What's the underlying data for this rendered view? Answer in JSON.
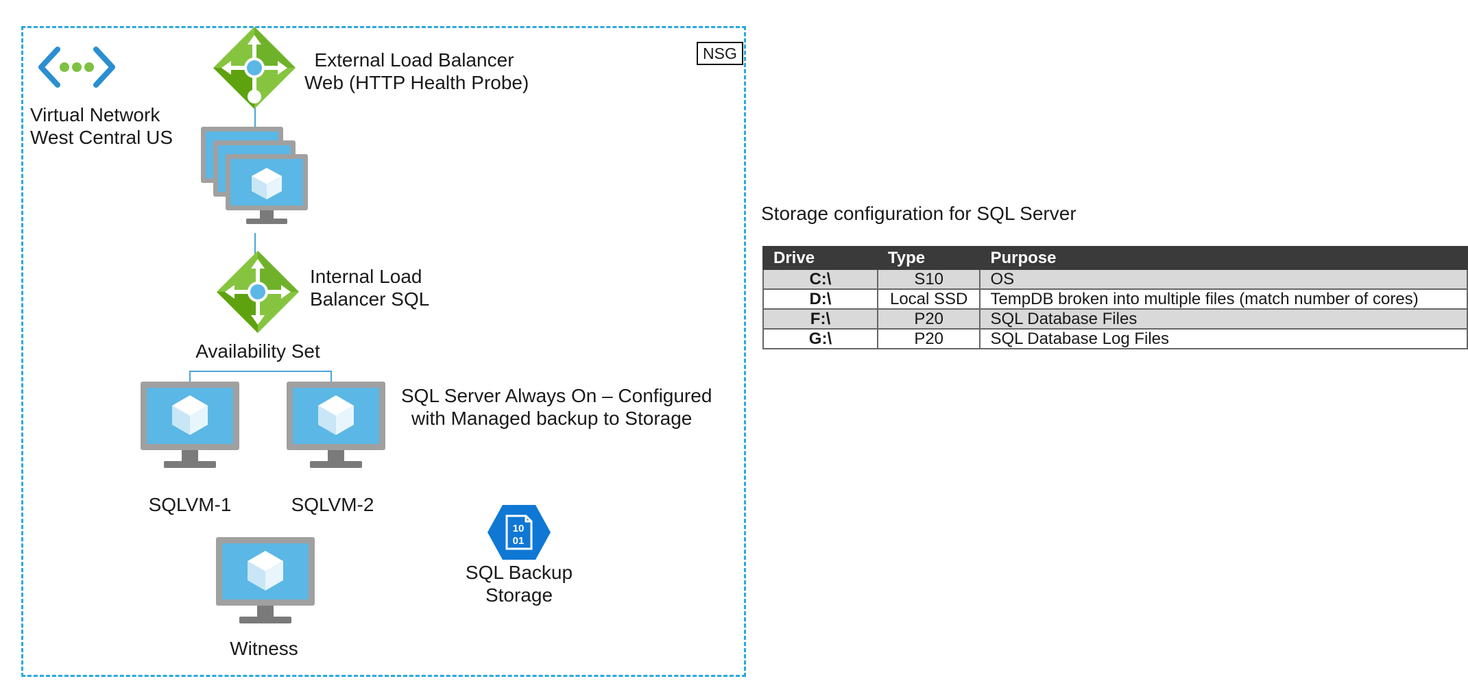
{
  "vnet": {
    "name_line1": "Virtual Network",
    "name_line2": "West Central US",
    "nsg_badge": "NSG"
  },
  "external_lb": {
    "line1": "External Load Balancer",
    "line2": "Web (HTTP Health Probe)"
  },
  "internal_lb": {
    "line1": "Internal Load",
    "line2": "Balancer SQL"
  },
  "availability_set": {
    "label": "Availability Set"
  },
  "sql_always_on": {
    "line1": "SQL Server Always On – Configured",
    "line2": "with Managed backup to Storage"
  },
  "vms": {
    "sqlvm1": "SQLVM-1",
    "sqlvm2": "SQLVM-2",
    "witness": "Witness"
  },
  "backup_storage": {
    "line1": "SQL Backup",
    "line2": "Storage",
    "glyph_line1": "10",
    "glyph_line2": "01"
  },
  "storage_config": {
    "title": "Storage configuration for SQL Server",
    "headers": {
      "drive": "Drive",
      "type": "Type",
      "purpose": "Purpose"
    },
    "rows": [
      {
        "drive": "C:\\",
        "type": "S10",
        "purpose": "OS"
      },
      {
        "drive": "D:\\",
        "type": "Local SSD",
        "purpose": "TempDB broken into multiple files (match number of cores)"
      },
      {
        "drive": "F:\\",
        "type": "P20",
        "purpose": "SQL Database Files"
      },
      {
        "drive": "G:\\",
        "type": "P20",
        "purpose": "SQL Database Log Files"
      }
    ]
  },
  "colors": {
    "dashed_border": "#2aa8df",
    "lb_green_dark": "#5ea30f",
    "lb_green_light": "#86c440",
    "vm_screen": "#5bb7e5",
    "monitor_gray": "#a0a0a0",
    "storage_blue": "#0f78d4",
    "table_header": "#3a3a3a",
    "table_alt_row": "#d9d9d9"
  },
  "icons": {
    "vnet": "virtual-network-icon",
    "load_balancer": "load-balancer-icon",
    "vm": "virtual-machine-icon",
    "storage": "storage-blob-icon"
  }
}
